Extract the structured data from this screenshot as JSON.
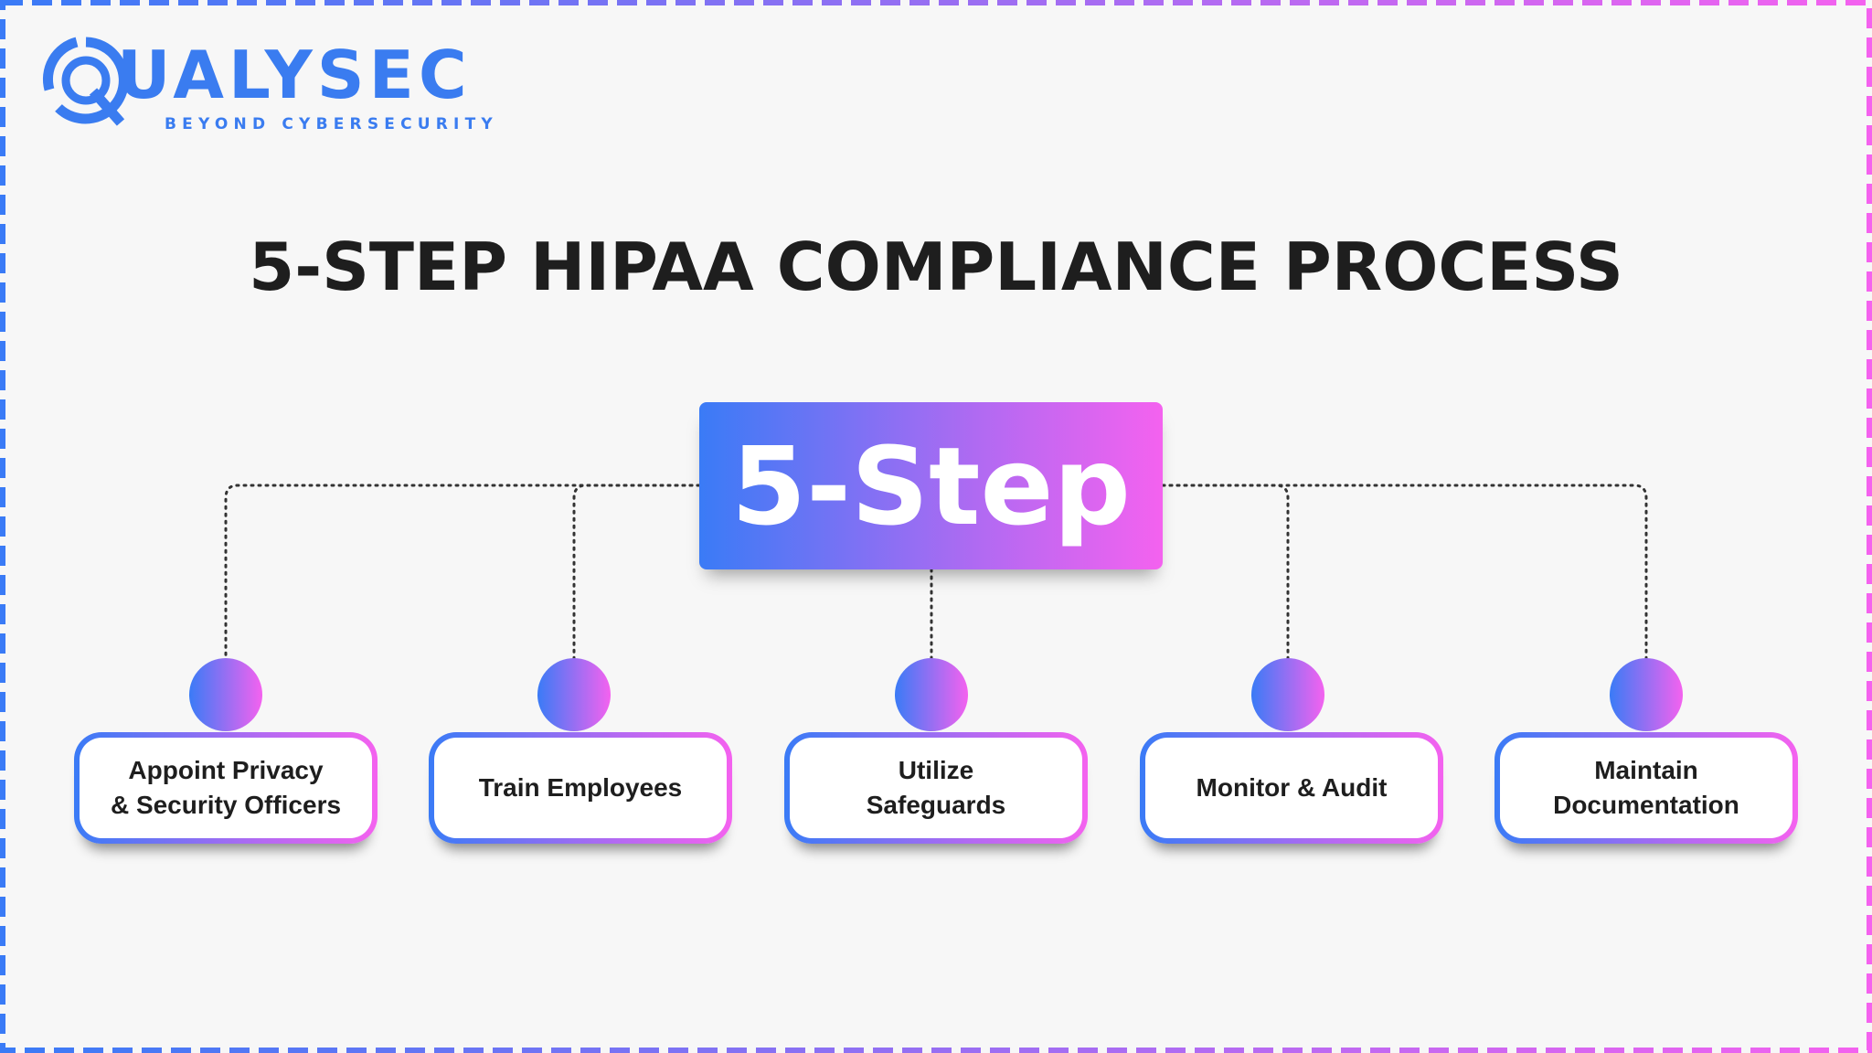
{
  "logo": {
    "name": "QUALYSEC",
    "letters": "UALYSEC",
    "tagline": "BEYOND CYBERSECURITY",
    "color": "#3a7cf0"
  },
  "title": "5-STEP HIPAA COMPLIANCE PROCESS",
  "center_label": "5-Step",
  "colors": {
    "gradient_start": "#3a7bf6",
    "gradient_end": "#f462ef",
    "background": "#f7f7f7"
  },
  "steps": [
    {
      "label": "Appoint Privacy\n& Security Officers"
    },
    {
      "label": "Train Employees"
    },
    {
      "label": "Utilize\nSafeguards"
    },
    {
      "label": "Monitor & Audit"
    },
    {
      "label": "Maintain\nDocumentation"
    }
  ]
}
